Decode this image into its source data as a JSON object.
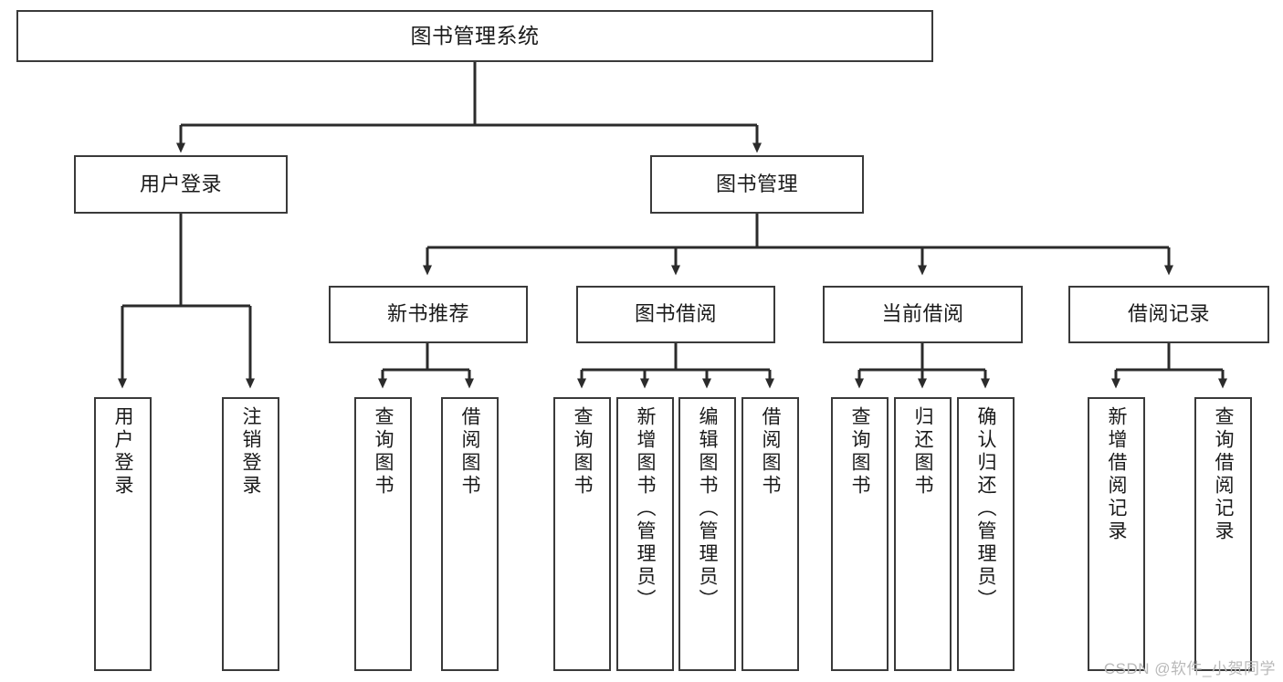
{
  "diagram": {
    "title": "图书管理系统",
    "type": "functional-decomposition-tree",
    "colors": {
      "box_border": "#3a3a3a",
      "box_fill": "#ffffff",
      "connector": "#2b2b2b",
      "text": "#1a1a1a",
      "watermark": "#b9b9b9"
    },
    "levels": {
      "root": {
        "label": "图书管理系统"
      },
      "level2": [
        {
          "id": "user-login",
          "label": "用户登录"
        },
        {
          "id": "book-management",
          "label": "图书管理"
        }
      ],
      "level3": [
        {
          "id": "new-book-recommend",
          "label": "新书推荐"
        },
        {
          "id": "book-borrow",
          "label": "图书借阅"
        },
        {
          "id": "current-borrow",
          "label": "当前借阅"
        },
        {
          "id": "borrow-record",
          "label": "借阅记录"
        }
      ],
      "leaves": {
        "user-login": [
          {
            "id": "leaf-user-login",
            "label": "用户登录"
          },
          {
            "id": "leaf-user-logout",
            "label": "注销登录"
          }
        ],
        "new-book-recommend": [
          {
            "id": "leaf-query-book-1",
            "label": "查询图书"
          },
          {
            "id": "leaf-borrow-book-1",
            "label": "借阅图书"
          }
        ],
        "book-borrow": [
          {
            "id": "leaf-query-book-2",
            "label": "查询图书"
          },
          {
            "id": "leaf-add-book",
            "label": "新增图书（管理员）"
          },
          {
            "id": "leaf-edit-book",
            "label": "编辑图书（管理员）"
          },
          {
            "id": "leaf-borrow-book-2",
            "label": "借阅图书"
          }
        ],
        "current-borrow": [
          {
            "id": "leaf-query-book-3",
            "label": "查询图书"
          },
          {
            "id": "leaf-return-book",
            "label": "归还图书"
          },
          {
            "id": "leaf-confirm-return",
            "label": "确认归还（管理员）"
          }
        ],
        "borrow-record": [
          {
            "id": "leaf-add-record",
            "label": "新增借阅记录"
          },
          {
            "id": "leaf-query-record",
            "label": "查询借阅记录"
          }
        ]
      }
    },
    "watermark": "CSDN @软件_小贺同学"
  }
}
